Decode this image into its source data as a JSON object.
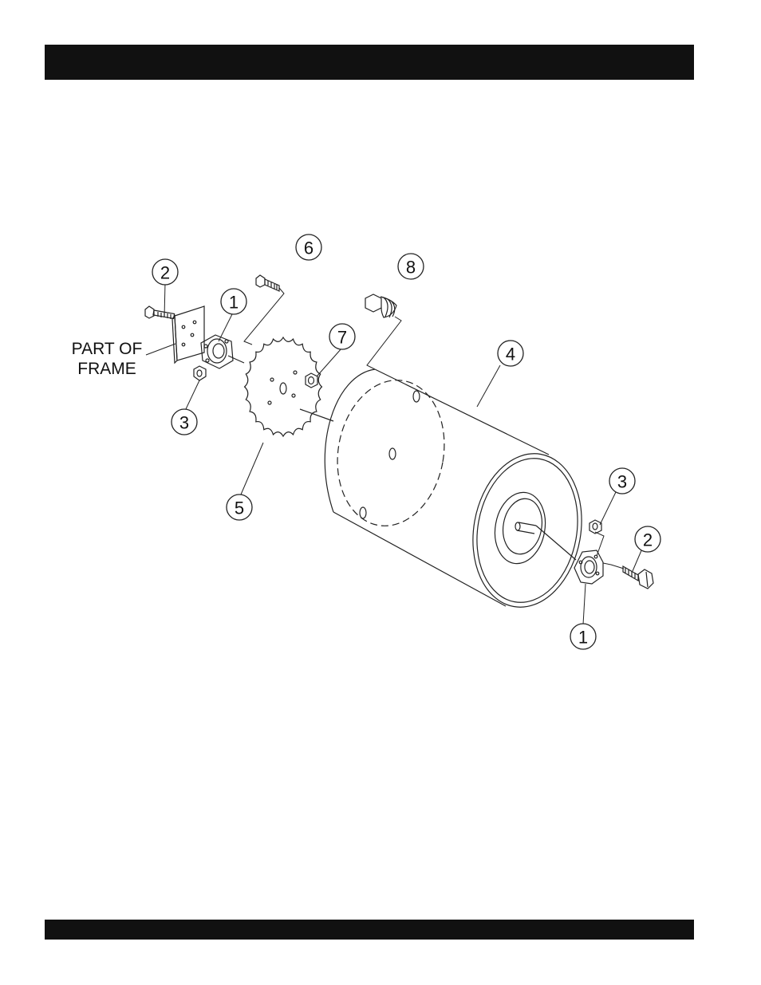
{
  "frame_label": {
    "line1": "PART OF",
    "line2": "FRAME"
  },
  "callouts": [
    "1",
    "2",
    "3",
    "4",
    "5",
    "6",
    "7",
    "8",
    "3",
    "2",
    "1"
  ],
  "colors": {
    "bars": "#111111",
    "lines": "#222222",
    "background": "#ffffff"
  }
}
